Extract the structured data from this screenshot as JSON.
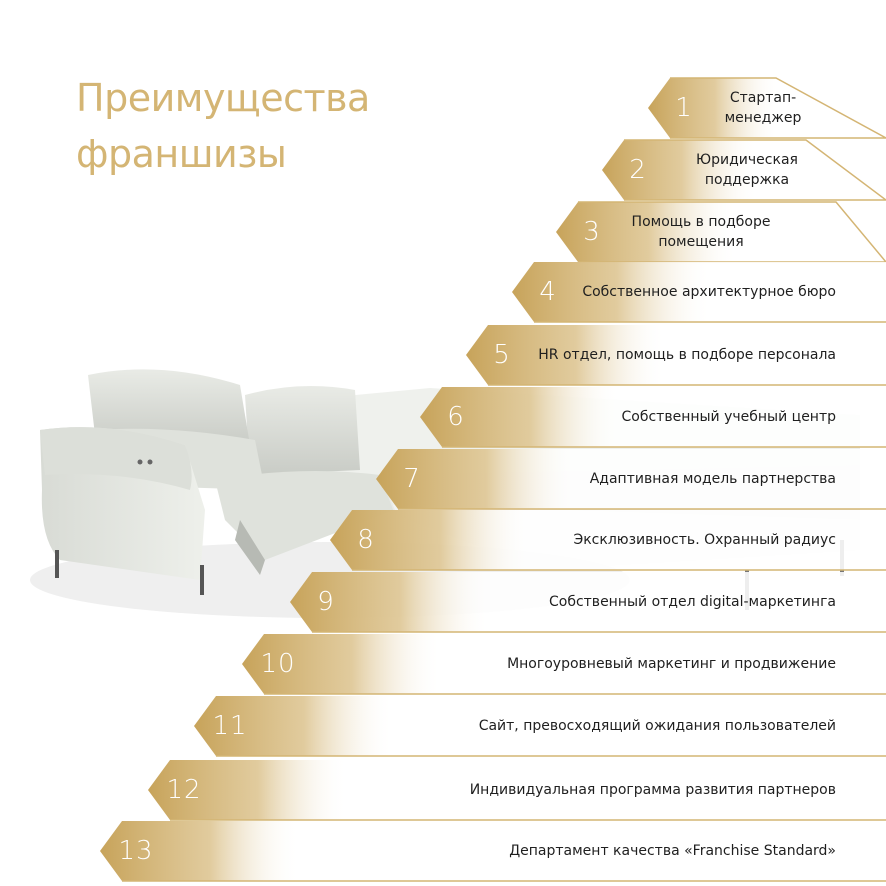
{
  "header": {
    "title_line1": "Преимущества",
    "title_line2": "франшизы"
  },
  "colors": {
    "gold": "#d4b574",
    "gold_dark": "#c7a35a",
    "text": "#1f1f1f",
    "background": "#ffffff"
  },
  "benefits": [
    {
      "number": "1",
      "text": "Стартап-менеджер",
      "line1": "Стартап-",
      "line2": "менеджер"
    },
    {
      "number": "2",
      "text": "Юридическая поддержка",
      "line1": "Юридическая",
      "line2": "поддержка"
    },
    {
      "number": "3",
      "text": "Помощь в подборе помещения",
      "line1": "Помощь в подборе",
      "line2": "помещения"
    },
    {
      "number": "4",
      "text": "Собственное архитектурное бюро"
    },
    {
      "number": "5",
      "text": "HR отдел, помощь в подборе персонала"
    },
    {
      "number": "6",
      "text": "Собственный учебный центр"
    },
    {
      "number": "7",
      "text": "Адаптивная модель партнерства"
    },
    {
      "number": "8",
      "text": "Эксклюзивность. Охранный радиус"
    },
    {
      "number": "9",
      "text": "Собственный отдел digital-маркетинга"
    },
    {
      "number": "10",
      "text": "Многоуровневый маркетинг и продвижение"
    },
    {
      "number": "11",
      "text": "Сайт, превосходящий ожидания пользователей"
    },
    {
      "number": "12",
      "text": "Индивидуальная программа развития партнеров"
    },
    {
      "number": "13",
      "text": "Департамент качества «Franchise Standard»"
    }
  ]
}
